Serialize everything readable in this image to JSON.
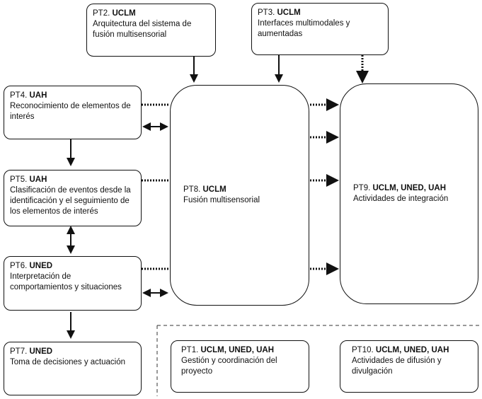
{
  "nodes": {
    "pt2": {
      "code": "PT2.",
      "owner": "UCLM",
      "desc": "Arquitectura del sistema de fusión multisensorial"
    },
    "pt3": {
      "code": "PT3.",
      "owner": "UCLM",
      "desc": "Interfaces multimodales y aumentadas"
    },
    "pt4": {
      "code": "PT4.",
      "owner": "UAH",
      "desc": "Reconocimiento de elementos de interés"
    },
    "pt5": {
      "code": "PT5.",
      "owner": "UAH",
      "desc": "Clasificación de eventos desde la identificación y el seguimiento de los elementos de interés"
    },
    "pt6": {
      "code": "PT6.",
      "owner": "UNED",
      "desc": "Interpretación de comportamientos y situaciones"
    },
    "pt7": {
      "code": "PT7.",
      "owner": "UNED",
      "desc": "Toma de decisiones y actuación"
    },
    "pt8": {
      "code": "PT8.",
      "owner": "UCLM",
      "desc": "Fusión multisensorial"
    },
    "pt9": {
      "code": "PT9.",
      "owner": "UCLM, UNED, UAH",
      "desc": "Actividades de integración"
    },
    "pt1": {
      "code": "PT1.",
      "owner": "UCLM, UNED, UAH",
      "desc": "Gestión y coordinación del proyecto"
    },
    "pt10": {
      "code": "PT10.",
      "owner": "UCLM, UNED, UAH",
      "desc": "Actividades de difusión y divulgación"
    }
  },
  "edges": [
    {
      "from": "pt2",
      "to": "pt8",
      "style": "solid",
      "direction": "forward"
    },
    {
      "from": "pt3",
      "to": "pt8",
      "style": "solid",
      "direction": "forward"
    },
    {
      "from": "pt3",
      "to": "pt9",
      "style": "dotted",
      "direction": "forward"
    },
    {
      "from": "pt4",
      "to": "pt5",
      "style": "solid",
      "direction": "forward"
    },
    {
      "from": "pt4",
      "to": "pt8",
      "style": "solid",
      "direction": "both"
    },
    {
      "from": "pt4",
      "to": "pt9",
      "style": "dotted",
      "direction": "forward"
    },
    {
      "from": "pt5",
      "to": "pt6",
      "style": "solid",
      "direction": "both"
    },
    {
      "from": "pt5",
      "to": "pt9",
      "style": "dotted",
      "direction": "forward"
    },
    {
      "from": "pt6",
      "to": "pt7",
      "style": "solid",
      "direction": "forward"
    },
    {
      "from": "pt6",
      "to": "pt8",
      "style": "solid",
      "direction": "both"
    },
    {
      "from": "pt6",
      "to": "pt9",
      "style": "dotted",
      "direction": "forward"
    },
    {
      "from": "pt8",
      "to": "pt9",
      "style": "dotted",
      "direction": "forward"
    }
  ],
  "separator": {
    "style": "dashed"
  }
}
